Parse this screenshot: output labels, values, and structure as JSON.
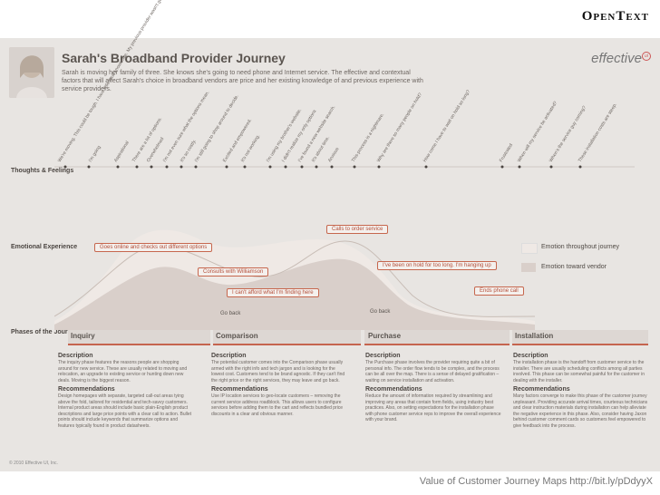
{
  "brand": "OpenText",
  "title": "Sarah's Broadband Provider Journey",
  "intro": "Sarah is moving her family of three. She knows she's going to need phone and Internet service. The effective and contextual factors that will affect Sarah's choice in broadband vendors are price and her existing knowledge of and previous experience with service providers.",
  "logo": "effective",
  "logo_mark": "ui",
  "sections": {
    "thoughts": "Thoughts & Feelings",
    "emotional": "Emotional Experience",
    "phases": "Phases of the Journey"
  },
  "thoughts": [
    "We're moving. This could be tough. I have little local knowledge. My previous provider wasn't good.",
    "I'm going",
    "Aspirational",
    "There are a lot of options.",
    "Overwhelmed",
    "I'm not even sure what the options mean.",
    "It's so costly.",
    "I'm still going to shop around to decide.",
    "Excited and empowered.",
    "It's not working.",
    "I'm using my brother's website.",
    "I didn't realize my only options",
    "I've found a new website search.",
    "It's about time.",
    "Anxious",
    "This process is a nightmare.",
    "Why are there so many people on hold?",
    "How come I have to wait on hold so long?",
    "Frustrated",
    "When will my service be activated?",
    "When's the service guy coming?",
    "These installation costs are steep."
  ],
  "callouts": [
    "Goes online and checks out different options",
    "Consults with Williamson",
    "I can't afford what I'm finding here",
    "Calls to order service",
    "I've been on hold for too long. I'm hanging up",
    "Ends phone call"
  ],
  "goback": [
    "Go back",
    "Go back"
  ],
  "legend": {
    "throughout": "Emotion throughout journey",
    "vendor": "Emotion toward vendor"
  },
  "colors": {
    "accent": "#c5644f",
    "soft": "#efe9e5",
    "vendor": "#d9cfca",
    "background": "#e8e5e2"
  },
  "phases": [
    {
      "name": "Inquiry",
      "description": "The inquiry phase features the reasons people are shopping around for new service. These are usually related to moving and relocation, an upgrade to existing service or hunting down new deals. Moving is the biggest reason.",
      "recommendations": "Design homepages with separate, targeted call-out areas tying above the fold, tailored for residential and tech-savvy customers. Internal product areas should include basic plain-English product descriptions and large price points with a clear call to action. Bullet points should include keywords that summarize options and features typically found in product datasheets."
    },
    {
      "name": "Comparison",
      "description": "The potential customer comes into the Comparison phase usually armed with the right info and tech jargon and is looking for the lowest cost. Customers tend to be brand agnostic. If they can't find the right price or the right services, they may leave and go back.",
      "recommendations": "Use IP location services to geo-locate customers – removing the current service address roadblock. This allows users to configure services before adding them to the cart and reflects bundled price discounts in a clear and obvious manner."
    },
    {
      "name": "Purchase",
      "description": "The Purchase phase involves the provider requiring quite a bit of personal info. The order flow tends to be complex, and the process can be all over the map. There is a sense of delayed gratification – waiting on service installation and activation.",
      "recommendations": "Reduce the amount of information required by streamlining and improving any areas that contain form fields, using industry best practices. Also, on setting expectations for the installation phase with phone customer service reps to improve the overall experience with your brand."
    },
    {
      "name": "Installation",
      "description": "The installation phase is the handoff from customer service to the installer. There are usually scheduling conflicts among all parties involved. This phase can be somewhat painful for the customer in dealing with the installer.",
      "recommendations": "Many factors converge to make this phase of the customer journey unpleasant. Providing accurate arrival times, courteous technicians and clear instruction materials during installation can help alleviate the negative experience in this phase. Also, consider having Jaxon behind customer comment cards so customers feel empowered to give feedback into the process."
    }
  ],
  "labels": {
    "description": "Description",
    "recommendations": "Recommendations"
  },
  "copyright": "© 2010 Effective UI, Inc.",
  "caption": "Value of Customer Journey Maps http://bit.ly/pDdyyX"
}
